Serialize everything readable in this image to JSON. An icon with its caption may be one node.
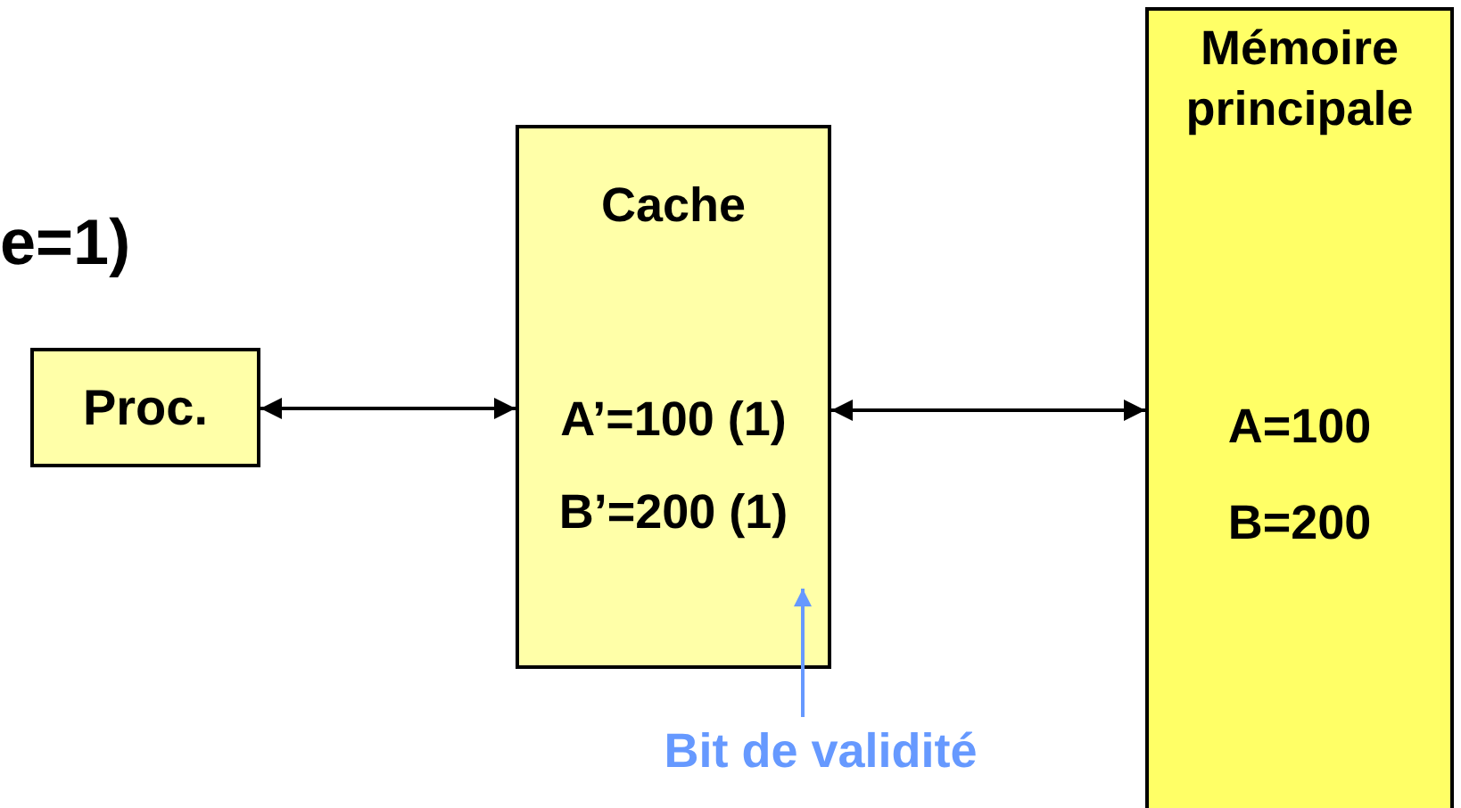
{
  "diagram": {
    "nodes": [
      {
        "text": [
          "Proc."
        ]
      },
      {
        "text": [
          "Cache",
          "A’=100 (1)",
          "B’=200 (1)"
        ]
      },
      {
        "text": [
          "Mémoire principale",
          "A=100",
          "B=200"
        ]
      },
      {
        "text": [
          "Bit de validité"
        ]
      }
    ],
    "edges": [
      {
        "from": 0,
        "to": 1,
        "arrow": "both"
      },
      {
        "from": 1,
        "to": 2,
        "arrow": "both"
      },
      {
        "from": 3,
        "to": 1,
        "arrow": "to",
        "color": "#6699ff"
      }
    ],
    "labels": [
      "e=1)"
    ]
  }
}
